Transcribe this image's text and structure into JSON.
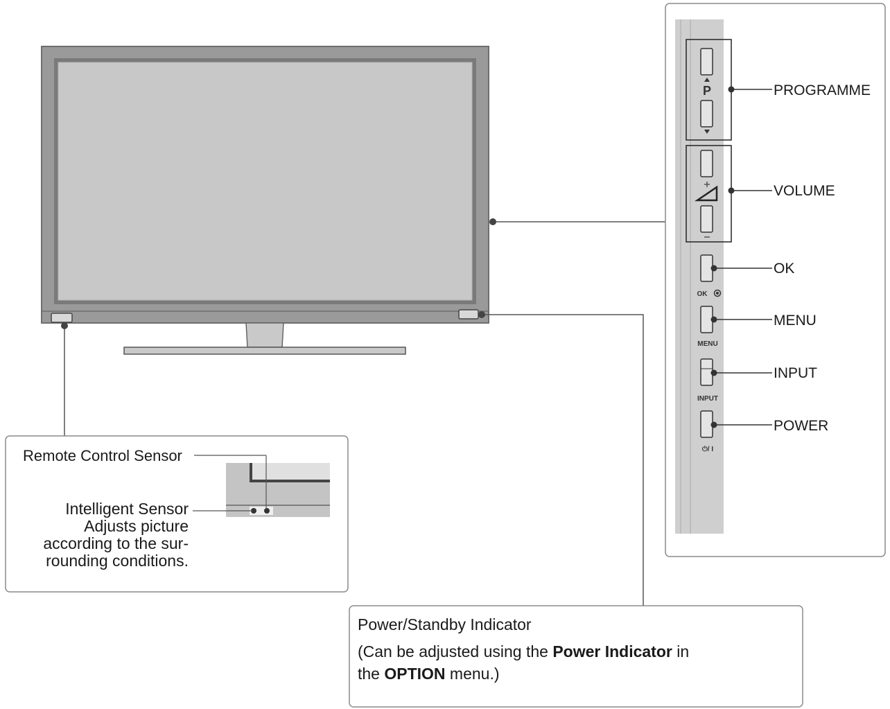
{
  "side_panel": {
    "labels": {
      "programme": "PROGRAMME",
      "volume": "VOLUME",
      "ok": "OK",
      "menu": "MENU",
      "input": "INPUT",
      "power": "POWER"
    },
    "button_marks": {
      "programme": "P",
      "ok": "OK",
      "menu": "MENU",
      "input": "INPUT",
      "power": "⏻/ I"
    }
  },
  "sensor_callout": {
    "remote_sensor": "Remote Control Sensor",
    "intelligent_sensor": "Intelligent Sensor",
    "intelligent_desc_1": "Adjusts picture",
    "intelligent_desc_2": "according to the sur-",
    "intelligent_desc_3": "rounding conditions."
  },
  "indicator_callout": {
    "title": "Power/Standby Indicator",
    "note_part1": "(Can be adjusted using the ",
    "note_bold1": "Power Indicator",
    "note_part2": " in",
    "note_part3": "the ",
    "note_bold2": "OPTION",
    "note_part4": " menu.)"
  },
  "colors": {
    "frame": "#9a9a9a",
    "screen": "#c8c8c8",
    "line": "#555555",
    "box_border": "#8a8a8a"
  }
}
